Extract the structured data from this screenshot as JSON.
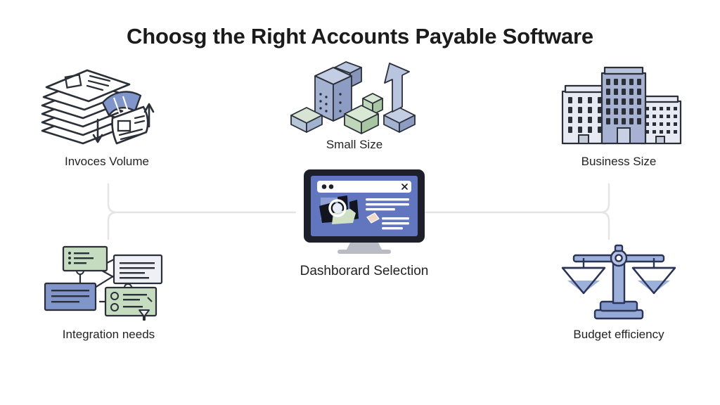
{
  "header": {
    "title": "Choosg the Right Accounts Payable Software"
  },
  "nodes": [
    {
      "id": "invoices-volume",
      "label": "Invoces Volume",
      "icon": "document-stack-icon",
      "position": "top-left"
    },
    {
      "id": "small-size",
      "label": "Small Size",
      "icon": "isometric-blocks-growth-icon",
      "position": "top-center"
    },
    {
      "id": "business-size",
      "label": "Business Size",
      "icon": "office-buildings-icon",
      "position": "top-right"
    },
    {
      "id": "dashboard-selection",
      "label": "Dashborard Selection",
      "icon": "desktop-monitor-dashboard-icon",
      "position": "center"
    },
    {
      "id": "integration-needs",
      "label": "Integration needs",
      "icon": "connected-cards-network-icon",
      "position": "bottom-left"
    },
    {
      "id": "budget-efficiency",
      "label": "Budget efficiency",
      "icon": "balance-scales-icon",
      "position": "bottom-right"
    }
  ],
  "colors": {
    "background": "#ffffff",
    "title_text": "#1b1b1b",
    "label_text": "#232323",
    "connector_line": "#e3e4e6",
    "accent_blue": "#8095c9",
    "accent_blue_dark": "#5b6fa8",
    "accent_green": "#c5ddc0",
    "accent_light": "#eceef4",
    "outline_dark": "#2b2f38",
    "screen_blue": "#6276c0",
    "monitor_frame": "#1d1f2b"
  },
  "connectors": {
    "left_bracket": "vertical line x=154 from y=262 to y=340 with horizontal stem to x=420 at y=302",
    "right_bracket": "vertical line x=866 from y=262 to y=340 with horizontal stem to x=604 at y=302"
  }
}
